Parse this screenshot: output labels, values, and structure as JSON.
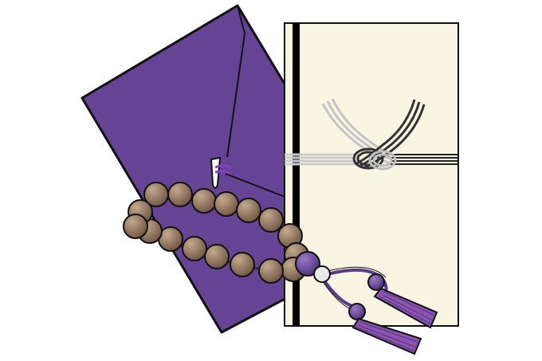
{
  "scene": {
    "objects": [
      "fukusa-cloth",
      "koden-envelope",
      "mizuhiki-cord",
      "juzu-prayer-beads"
    ],
    "colors": {
      "fukusa": "#664495",
      "envelope": "#f8f5e3",
      "envelope_band": "#000000",
      "mizuhiki_silver": "#c0c0c0",
      "mizuhiki_black": "#222222",
      "bead_dark": "#6e5440",
      "bead_light": "#c3a98e",
      "tassel": "#8a55b0",
      "tassel_bead": "#5a3a8a",
      "outline": "#111111"
    },
    "bead_count": 21
  }
}
